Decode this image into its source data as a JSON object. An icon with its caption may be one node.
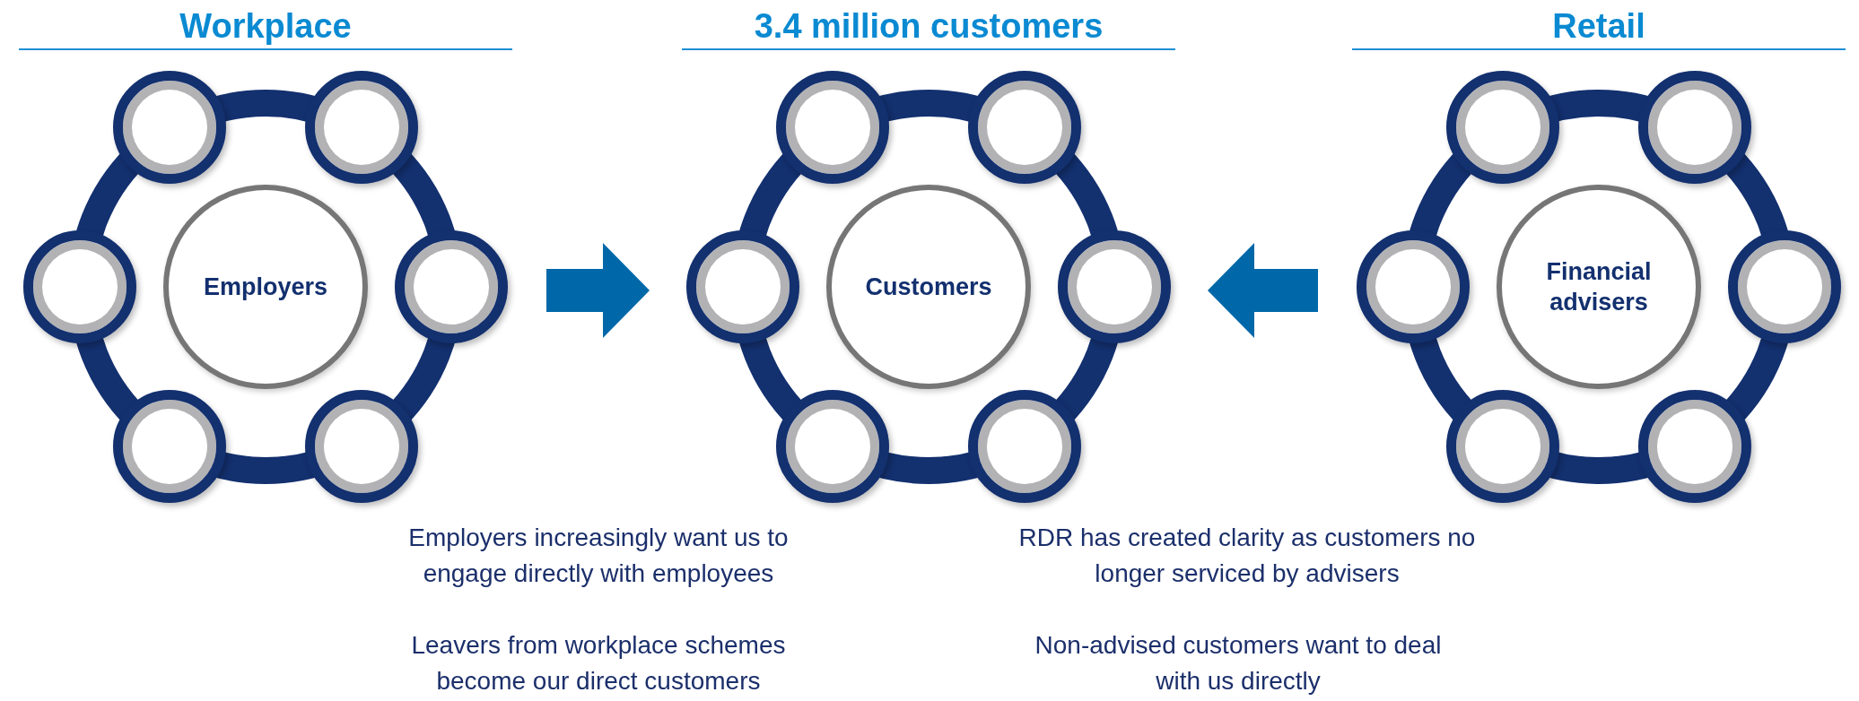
{
  "diagram": {
    "nodes": [
      {
        "text": [
          "Workplace"
        ]
      },
      {
        "text": [
          "Employers"
        ],
        "in": 0
      },
      {
        "text": [],
        "shape": "circle"
      },
      {
        "text": [],
        "shape": "circle"
      },
      {
        "text": [],
        "shape": "circle"
      },
      {
        "text": [],
        "shape": "circle"
      },
      {
        "text": [],
        "shape": "circle"
      },
      {
        "text": [],
        "shape": "circle"
      },
      {
        "text": [
          "3.4 million customers"
        ]
      },
      {
        "text": [
          "Customers"
        ],
        "in": 8
      },
      {
        "text": [],
        "shape": "circle"
      },
      {
        "text": [],
        "shape": "circle"
      },
      {
        "text": [],
        "shape": "circle"
      },
      {
        "text": [],
        "shape": "circle"
      },
      {
        "text": [],
        "shape": "circle"
      },
      {
        "text": [],
        "shape": "circle"
      },
      {
        "text": [
          "Retail"
        ]
      },
      {
        "text": [
          "Financial advisers"
        ],
        "in": 16
      },
      {
        "text": [],
        "shape": "circle"
      },
      {
        "text": [],
        "shape": "circle"
      },
      {
        "text": [],
        "shape": "circle"
      },
      {
        "text": [],
        "shape": "circle"
      },
      {
        "text": [],
        "shape": "circle"
      },
      {
        "text": [],
        "shape": "circle"
      }
    ],
    "edges": [
      {
        "from": 0,
        "to": 8,
        "arrow": "to",
        "style": "thick"
      },
      {
        "from": 16,
        "to": 8,
        "arrow": "to",
        "style": "thick"
      }
    ],
    "labels": [
      "Employers increasingly want us to engage directly with employees",
      "Leavers from workplace schemes become our direct customers",
      "RDR has created clarity as customers no longer serviced by advisers",
      "Non-advised customers want to deal with us directly"
    ]
  }
}
